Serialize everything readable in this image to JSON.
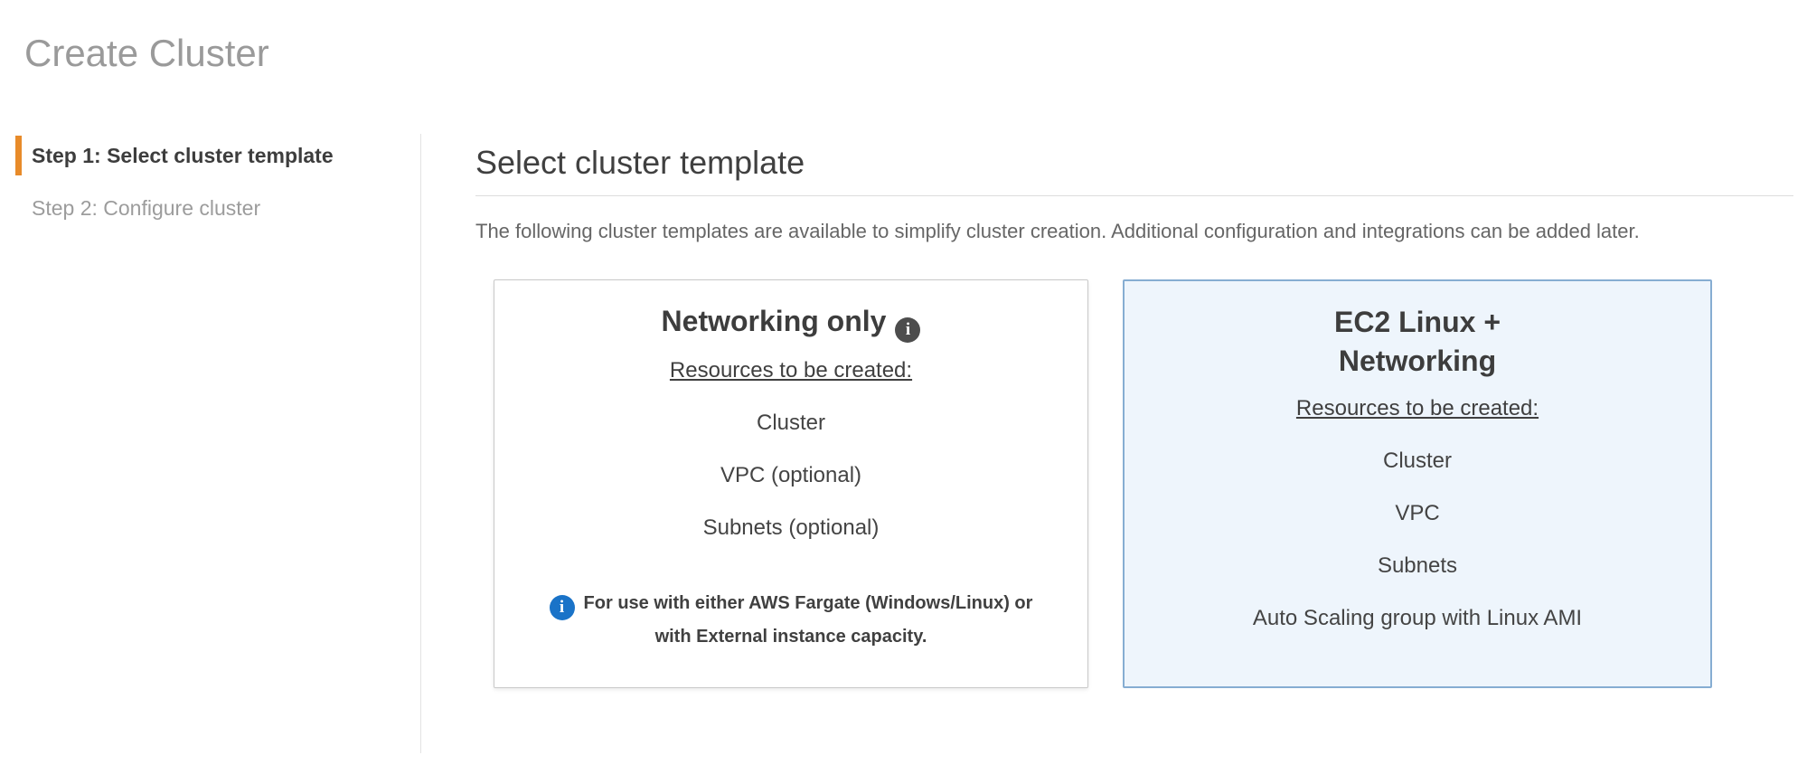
{
  "page": {
    "title": "Create Cluster"
  },
  "steps": [
    {
      "label": "Step 1: Select cluster template",
      "active": true
    },
    {
      "label": "Step 2: Configure cluster",
      "active": false
    }
  ],
  "main": {
    "heading": "Select cluster template",
    "description": "The following cluster templates are available to simplify cluster creation. Additional configuration and integrations can be added later.",
    "cards": [
      {
        "id": "networking-only",
        "title": "Networking only",
        "title_info_icon": "info-icon",
        "resources_label": "Resources to be created:",
        "resources": [
          "Cluster",
          "VPC (optional)",
          "Subnets (optional)"
        ],
        "note_icon": "info-icon",
        "note": "For use with either AWS Fargate (Windows/Linux) or with External instance capacity.",
        "selected": false
      },
      {
        "id": "ec2-linux-networking",
        "title": "EC2 Linux + Networking",
        "resources_label": "Resources to be created:",
        "resources": [
          "Cluster",
          "VPC",
          "Subnets",
          "Auto Scaling group with Linux AMI"
        ],
        "selected": true
      }
    ]
  },
  "colors": {
    "accent_orange": "#e88b2a",
    "selected_card_bg": "#eef5fc",
    "selected_card_border": "#86add2",
    "info_icon_blue": "#1a73c8",
    "info_icon_dark": "#4d4d4d",
    "title_gray": "#9a9a9a"
  }
}
